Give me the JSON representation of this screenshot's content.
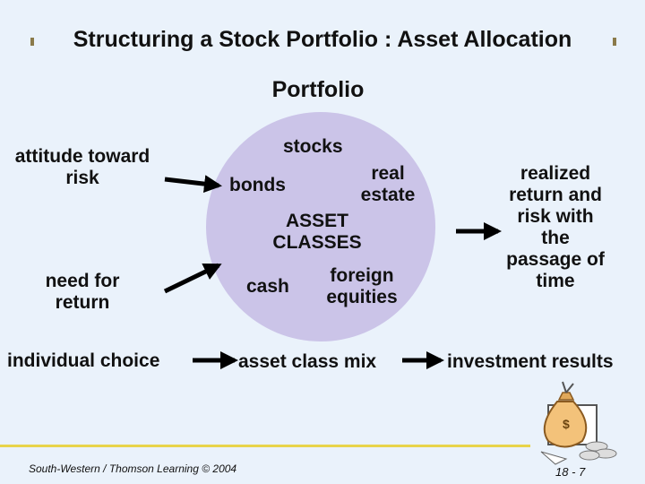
{
  "title": "Structuring a Stock Portfolio : Asset Allocation",
  "subtitle": "Portfolio",
  "inputs": {
    "attitude": "attitude toward risk",
    "need": "need for return"
  },
  "asset_classes": {
    "stocks": "stocks",
    "real_estate": "real estate",
    "bonds": "bonds",
    "center": "ASSET CLASSES",
    "cash": "cash",
    "foreign": "foreign equities"
  },
  "result": "realized return and risk with the passage of time",
  "row": {
    "individual": "individual choice",
    "mix": "asset class mix",
    "results": "investment results"
  },
  "footer": {
    "credit": "South-Western / Thomson Learning © 2004",
    "page": "18 - 7"
  },
  "colors": {
    "background": "#eaf2fb",
    "circle": "#cbc4e8",
    "footer_rule": "#e8d44a"
  },
  "icons": {
    "clipart": "money-bag-icon"
  }
}
